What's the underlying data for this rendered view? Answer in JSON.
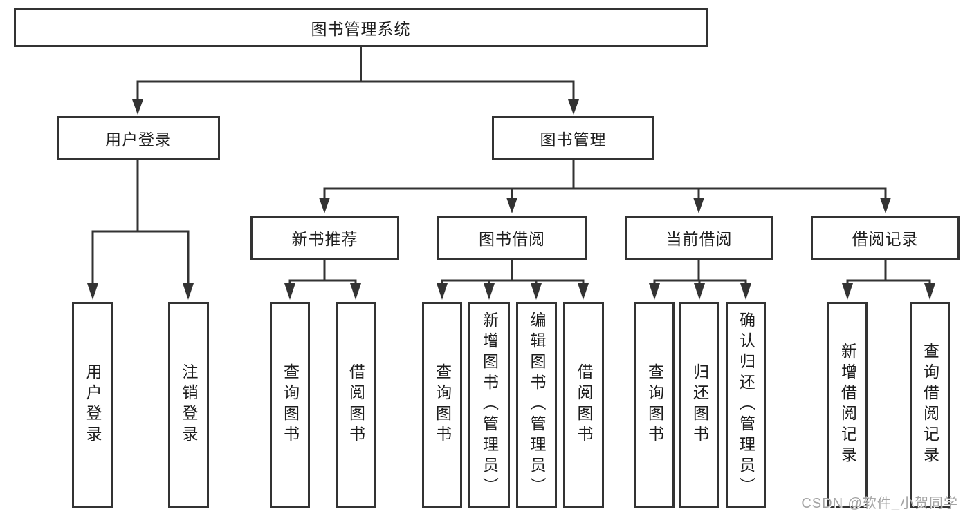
{
  "tree": {
    "label": "图书管理系统",
    "children": [
      {
        "label": "用户登录",
        "children": [
          {
            "label": "用户登录"
          },
          {
            "label": "注销登录"
          }
        ]
      },
      {
        "label": "图书管理",
        "children": [
          {
            "label": "新书推荐",
            "children": [
              {
                "label": "查询图书"
              },
              {
                "label": "借阅图书"
              }
            ]
          },
          {
            "label": "图书借阅",
            "children": [
              {
                "label": "查询图书"
              },
              {
                "label": "新增图书（管理员）"
              },
              {
                "label": "编辑图书（管理员）"
              },
              {
                "label": "借阅图书"
              }
            ]
          },
          {
            "label": "当前借阅",
            "children": [
              {
                "label": "查询图书"
              },
              {
                "label": "归还图书"
              },
              {
                "label": "确认归还（管理员）"
              }
            ]
          },
          {
            "label": "借阅记录",
            "children": [
              {
                "label": "新增借阅记录"
              },
              {
                "label": "查询借阅记录"
              }
            ]
          }
        ]
      }
    ]
  },
  "watermark": {
    "text": "CSDN @软件_小贺同学"
  },
  "colors": {
    "line": "#333333",
    "box_border": "#333333",
    "text": "#1d1d1d",
    "watermark": "#a3a3a3",
    "background": "#ffffff"
  }
}
